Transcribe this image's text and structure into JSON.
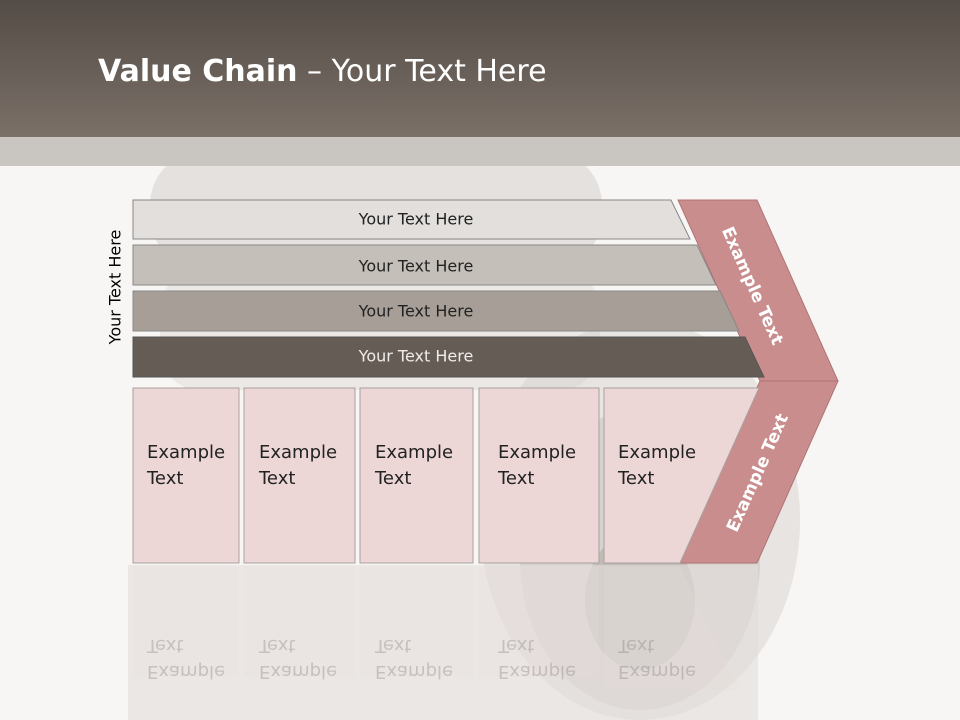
{
  "slide": {
    "title_bold": "Value Chain",
    "title_rest": " – Your Text Here",
    "side_label": "Your Text Here"
  },
  "bars": [
    {
      "label": "Your Text Here",
      "fill": "#e2dfdc"
    },
    {
      "label": "Your Text Here",
      "fill": "#c4bfb9"
    },
    {
      "label": "Your Text Here",
      "fill": "#a79f97"
    },
    {
      "label": "Your Text Here",
      "fill": "#655c55"
    }
  ],
  "cells": [
    {
      "line1": "Example",
      "line2": "Text"
    },
    {
      "line1": "Example",
      "line2": "Text"
    },
    {
      "line1": "Example",
      "line2": "Text"
    },
    {
      "line1": "Example",
      "line2": "Text"
    },
    {
      "line1": "Example",
      "line2": "Text"
    }
  ],
  "chevron": {
    "upper_label": "Example Text",
    "lower_label": "Example Text",
    "color": "#c98d8d"
  },
  "colors": {
    "header": "#6a615a",
    "cell_fill": "#ecd6d6",
    "cell_border": "#a8a2a0"
  }
}
